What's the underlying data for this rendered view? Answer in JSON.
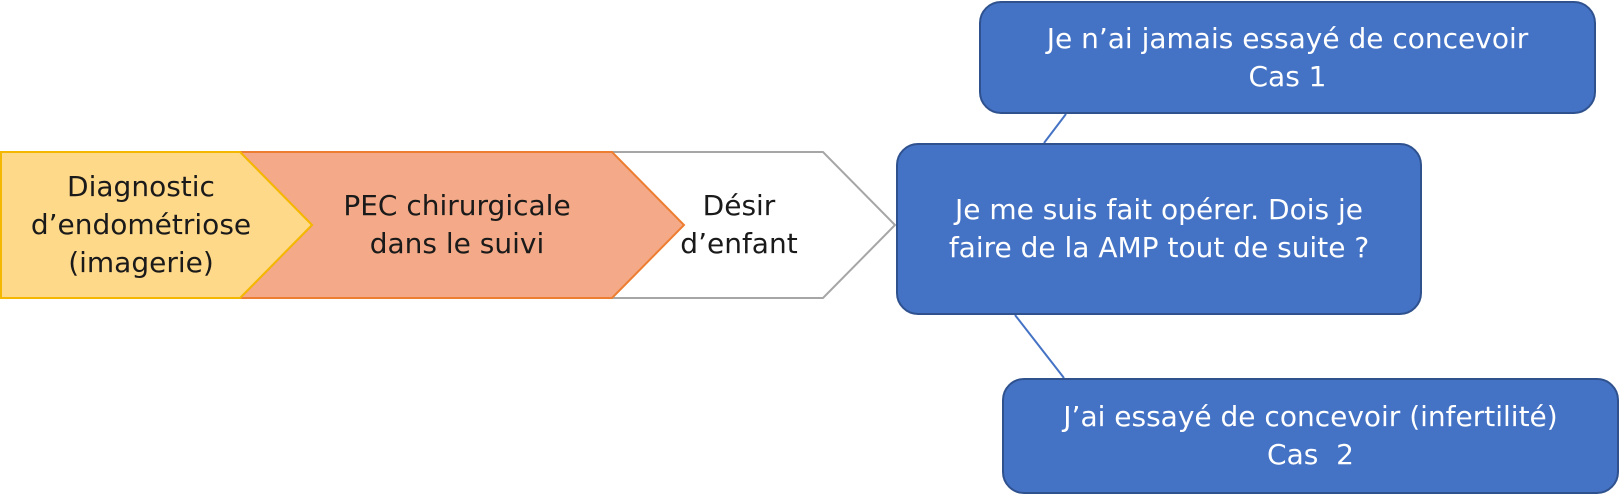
{
  "colors": {
    "chevron_1_fill": "#ffd98a",
    "chevron_1_border": "#f5b800",
    "chevron_2_fill": "#f4aa88",
    "chevron_2_border": "#ed7d31",
    "chevron_3_fill": "#ffffff",
    "chevron_3_border": "#a6a6a6",
    "box_fill": "#4472c4",
    "box_border": "#2f528f",
    "connector": "#4472c4"
  },
  "process": [
    {
      "lines": [
        "Diagnostic",
        "d’endométriose",
        "(imagerie)"
      ]
    },
    {
      "lines": [
        "PEC chirurgicale",
        "dans le suivi"
      ]
    },
    {
      "lines": [
        "Désir",
        "d’enfant"
      ]
    }
  ],
  "boxes": {
    "top": {
      "lines": [
        "Je n’ai jamais essayé de concevoir",
        "Cas 1"
      ]
    },
    "center": {
      "lines": [
        "Je me suis fait opérer. Dois je",
        "faire de la AMP tout de suite ?"
      ]
    },
    "bottom": {
      "lines": [
        "J’ai essayé de concevoir (infertilité)",
        "Cas  2"
      ]
    }
  }
}
